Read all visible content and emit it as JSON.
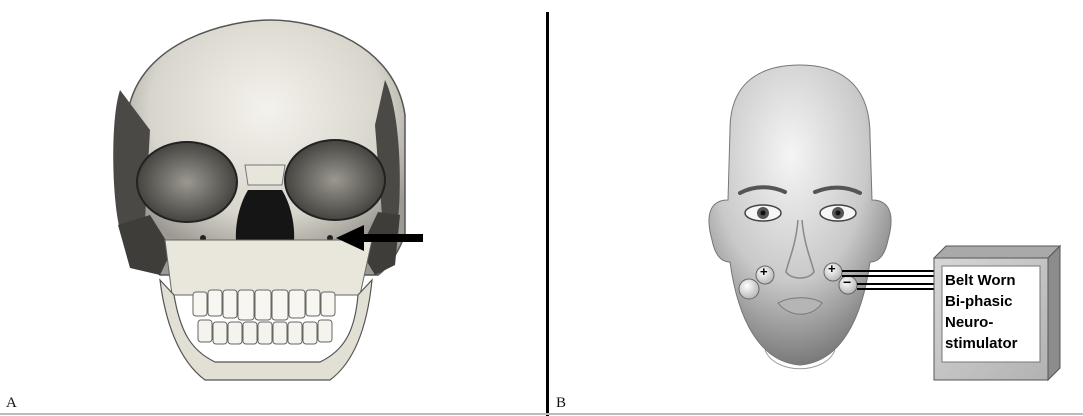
{
  "panels": {
    "a": {
      "label": "A"
    },
    "b": {
      "label": "B"
    }
  },
  "device": {
    "lines": [
      "Belt Worn",
      "Bi-phasic",
      "Neuro-",
      "stimulator"
    ]
  },
  "electrodes": {
    "plus": "+",
    "minus": "−"
  },
  "colors": {
    "bone": "#ece9df",
    "bone_shadow": "#9a9890",
    "dark_bone": "#3b3b3b",
    "skin": "#d9d9d9",
    "device_box": "#c9c9c9",
    "arrow": "#000000"
  }
}
